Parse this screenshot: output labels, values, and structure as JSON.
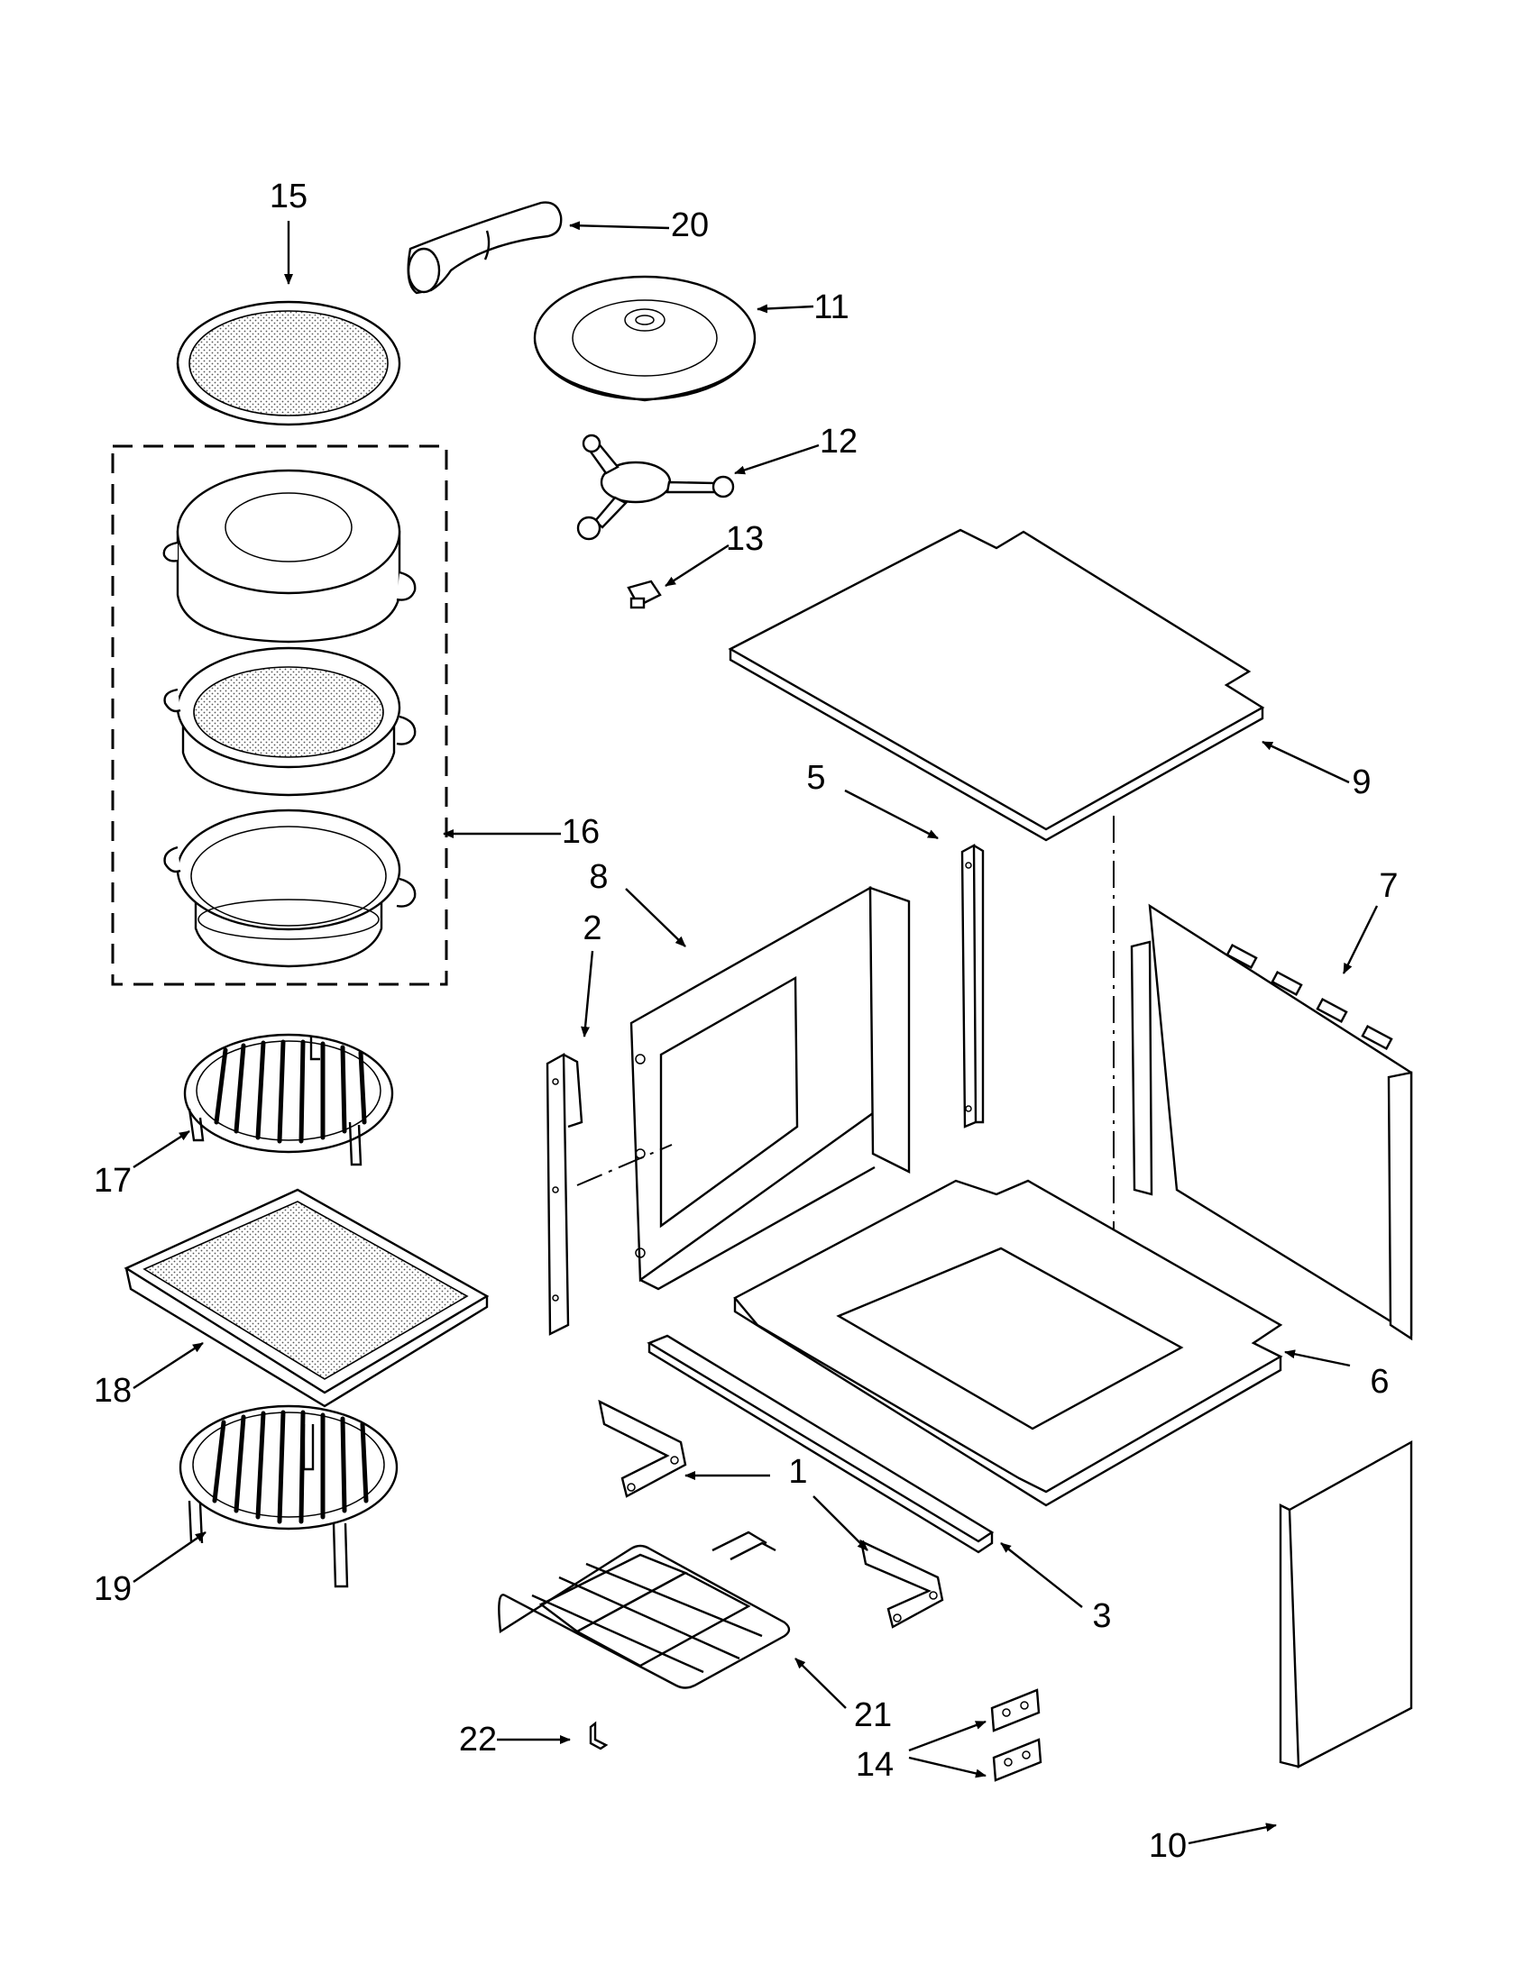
{
  "diagram": {
    "callouts": [
      "1",
      "2",
      "3",
      "5",
      "6",
      "7",
      "8",
      "9",
      "10",
      "11",
      "12",
      "13",
      "14",
      "15",
      "16",
      "17",
      "18",
      "19",
      "20",
      "21",
      "22"
    ]
  }
}
